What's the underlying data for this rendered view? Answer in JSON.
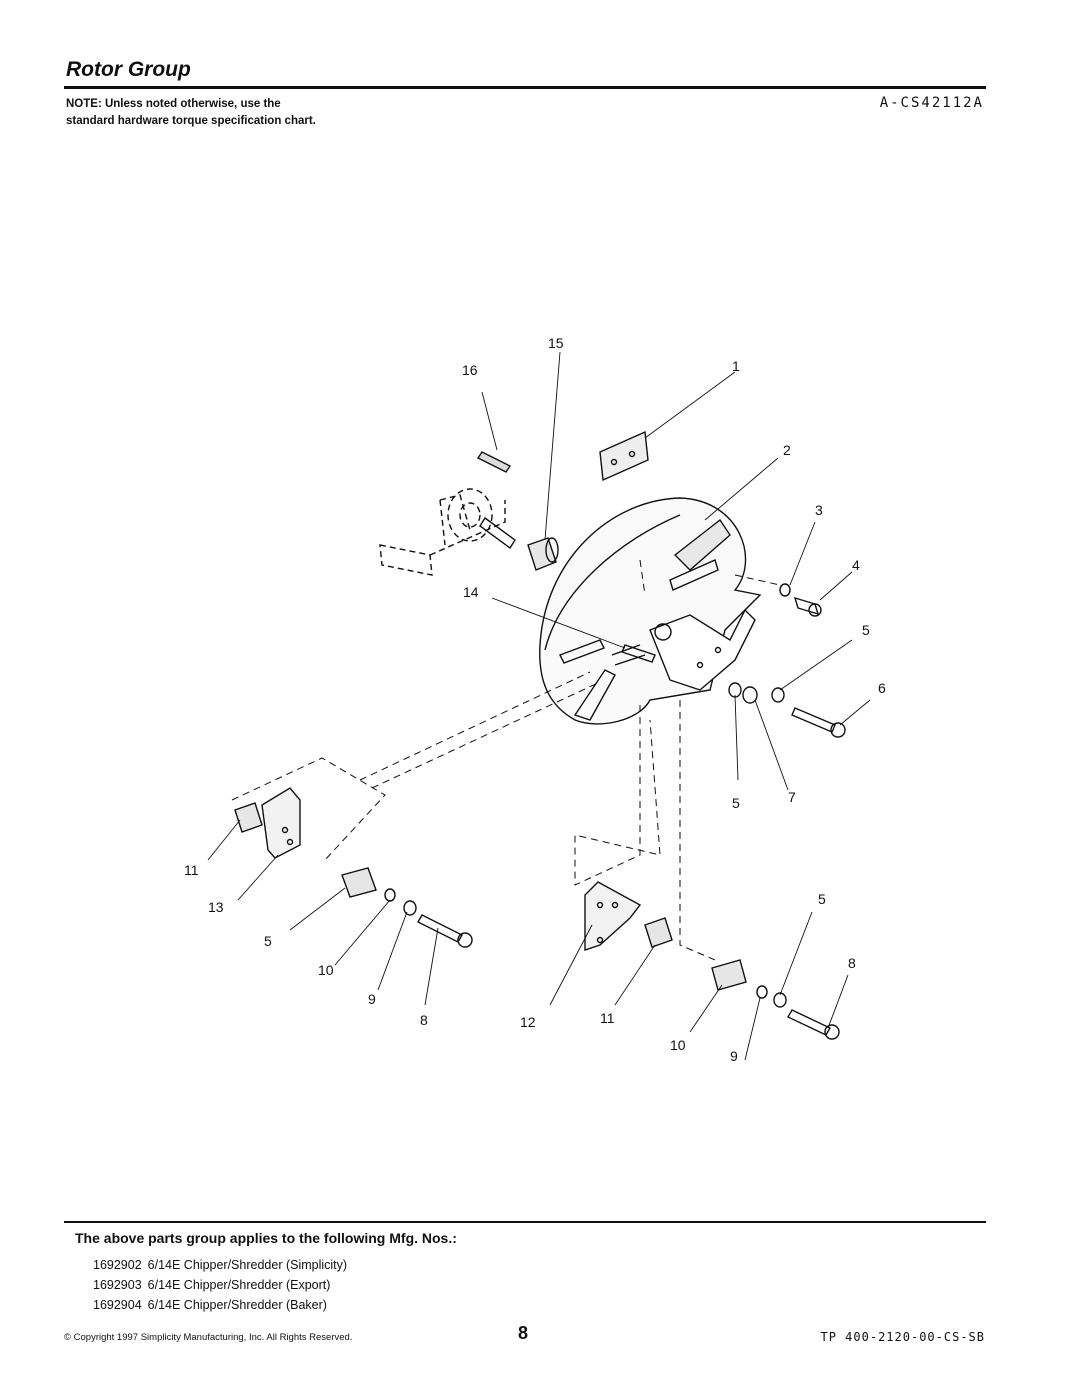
{
  "page": {
    "title": "Rotor Group",
    "note": "NOTE: Unless noted otherwise, use the standard hardware torque specification chart.",
    "diagram_code": "A-CS42112A"
  },
  "diagram": {
    "callouts": [
      "15",
      "16",
      "1",
      "2",
      "3",
      "4",
      "14",
      "5",
      "6",
      "7",
      "5",
      "11",
      "13",
      "5",
      "10",
      "9",
      "8",
      "5",
      "8",
      "12",
      "11",
      "10",
      "9"
    ]
  },
  "applies": {
    "heading": "The above parts group applies to the following Mfg. Nos.:",
    "items": [
      {
        "number": "1692902",
        "description": "6/14E Chipper/Shredder (Simplicity)"
      },
      {
        "number": "1692903",
        "description": "6/14E Chipper/Shredder (Export)"
      },
      {
        "number": "1692904",
        "description": "6/14E Chipper/Shredder (Baker)"
      }
    ]
  },
  "footer": {
    "copyright": "© Copyright 1997 Simplicity Manufacturing, Inc. All Rights Reserved.",
    "page_number": "8",
    "tp_code": "TP 400-2120-00-CS-SB"
  }
}
